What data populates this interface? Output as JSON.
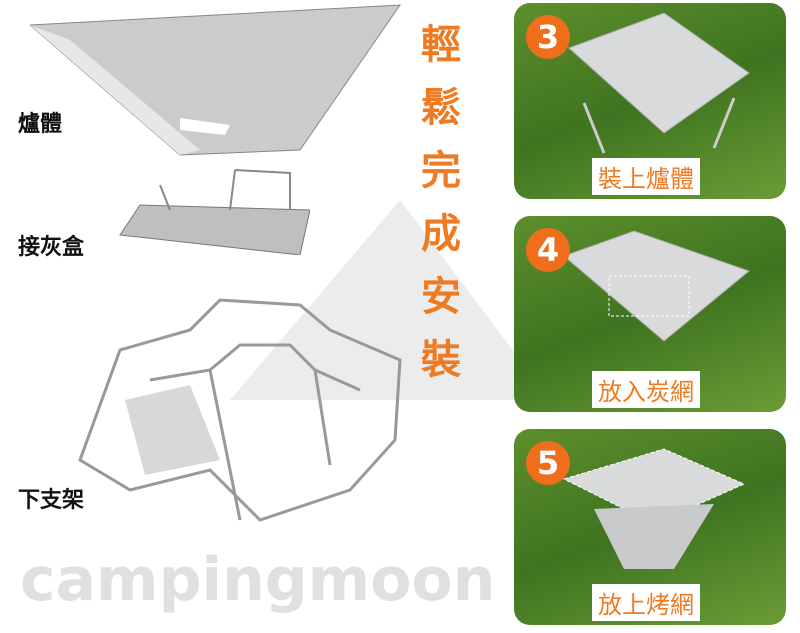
{
  "left_labels": {
    "body": "爐體",
    "ash_tray": "接灰盒",
    "stand": "下支架"
  },
  "title_vertical": [
    "輕",
    "鬆",
    "完",
    "成",
    "安",
    "裝"
  ],
  "watermark": "campingmoon",
  "steps": [
    {
      "number": "3",
      "caption": "裝上爐體"
    },
    {
      "number": "4",
      "caption": "放入炭網"
    },
    {
      "number": "5",
      "caption": "放上烤網"
    }
  ],
  "colors": {
    "accent": "#ee7a22",
    "badge": "#ee6e1c",
    "grass": "#4a7d24"
  }
}
